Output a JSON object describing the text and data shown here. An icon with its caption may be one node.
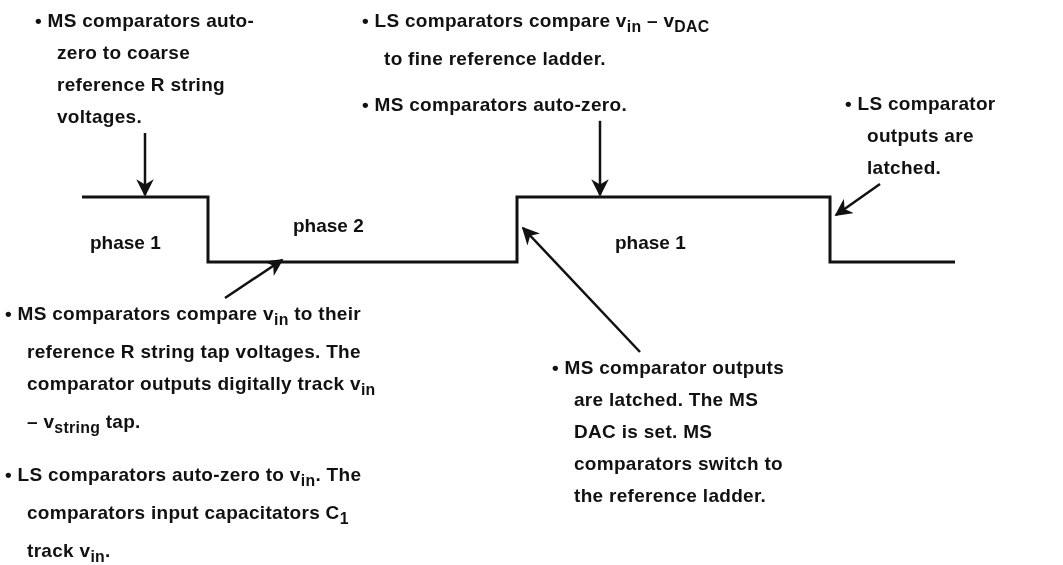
{
  "diagram": {
    "nodes": [
      {
        "text": [
          "• MS comparators auto-zero to coarse reference R string voltages."
        ]
      },
      {
        "text": [
          "• LS comparators compare v$_{in}$ – v$_{DAC}$ to fine reference ladder.",
          "• MS comparators auto-zero."
        ]
      },
      {
        "text": [
          "• LS comparator outputs are latched."
        ]
      },
      {
        "text": [
          "• MS comparators compare v$_{in}$ to their reference R string tap voltages. The comparator outputs digitally track v$_{in}$ – v$_{string}$ tap.",
          "• LS comparators auto-zero to v$_{in}$. The comparators input capacitators C$_{1}$ track v$_{in}$."
        ]
      },
      {
        "text": [
          "• MS comparator outputs are latched. The MS DAC is set. MS comparators switch to the reference ladder."
        ]
      },
      {
        "text": [],
        "shape": "line"
      }
    ],
    "edges": [
      {
        "from": 0,
        "to": 5,
        "arrow": "to"
      },
      {
        "from": 1,
        "to": 5,
        "arrow": "to"
      },
      {
        "from": 2,
        "to": 5,
        "arrow": "to"
      },
      {
        "from": 3,
        "to": 5,
        "arrow": "to"
      },
      {
        "from": 4,
        "to": 5,
        "arrow": "to"
      }
    ],
    "labels": [
      "phase 1",
      "phase 2",
      "phase 1"
    ]
  }
}
